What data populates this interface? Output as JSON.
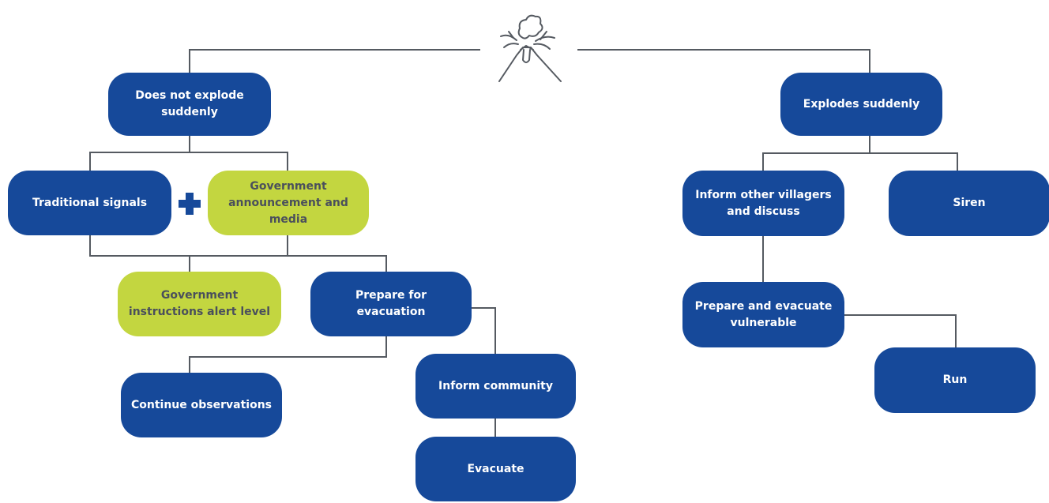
{
  "colors": {
    "node_blue": "#16499a",
    "node_green": "#c3d640",
    "connector": "#555a61",
    "plus": "#16499a"
  },
  "icons": {
    "top": "volcano-icon",
    "between": "plus-icon"
  },
  "left_branch": {
    "root": "Does not explode suddenly",
    "traditional_signals": "Traditional signals",
    "government_announcement": "Government announcement and media",
    "government_instructions": "Government instructions alert level",
    "prepare_evacuation": "Prepare for evacuation",
    "continue_observations": "Continue observations",
    "inform_community": "Inform community",
    "evacuate": "Evacuate"
  },
  "right_branch": {
    "root": "Explodes suddenly",
    "inform_villagers": "Inform other villagers and discuss",
    "siren": "Siren",
    "prepare_vulnerable": "Prepare and evacuate vulnerable",
    "run": "Run"
  }
}
